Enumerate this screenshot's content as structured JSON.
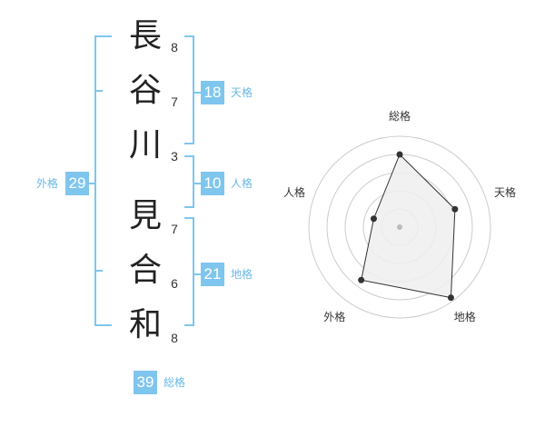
{
  "name": {
    "characters": [
      {
        "char": "長",
        "strokes": "8"
      },
      {
        "char": "谷",
        "strokes": "7"
      },
      {
        "char": "川",
        "strokes": "3"
      },
      {
        "char": "見",
        "strokes": "7"
      },
      {
        "char": "合",
        "strokes": "6"
      },
      {
        "char": "和",
        "strokes": "8"
      }
    ]
  },
  "kaku": {
    "tenkaku": {
      "value": "18",
      "label": "天格"
    },
    "jinkaku": {
      "value": "10",
      "label": "人格"
    },
    "chikaku": {
      "value": "21",
      "label": "地格"
    },
    "gaikaku": {
      "value": "29",
      "label": "外格"
    },
    "soukaku": {
      "value": "39",
      "label": "総格"
    }
  },
  "radar": {
    "axes": [
      "総格",
      "天格",
      "地格",
      "外格",
      "人格"
    ],
    "values": [
      0.8,
      0.64,
      0.96,
      0.72,
      0.3
    ],
    "levels": 5,
    "colors": {
      "grid": "#cccccc",
      "fill": "#eeeeee",
      "line": "#333333",
      "center": "#bbbbbb"
    }
  },
  "colors": {
    "accent": "#7fc6ee",
    "accent_text": "#6ab9e6"
  }
}
